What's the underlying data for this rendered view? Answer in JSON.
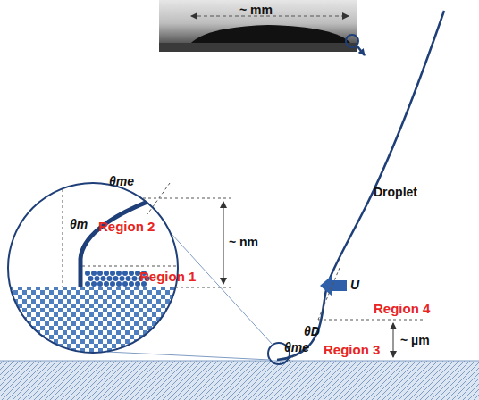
{
  "diagram": {
    "labels": [
      "~ mm",
      "θme",
      "Region 2",
      "θm",
      "Region 1",
      "~ nm",
      "Droplet",
      "U",
      "Region 4",
      "θD",
      "Region 3",
      "~ µm",
      "θme"
    ]
  }
}
